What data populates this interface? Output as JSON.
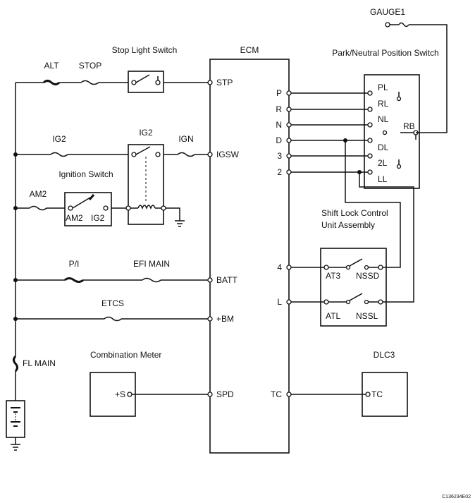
{
  "diagram": {
    "ecm_title": "ECM",
    "gauge_label": "GAUGE1",
    "stop_light_switch": "Stop Light Switch",
    "park_neutral_switch": "Park/Neutral Position Switch",
    "ignition_switch": "Ignition Switch",
    "shift_lock_line1": "Shift Lock Control",
    "shift_lock_line2": "Unit Assembly",
    "combination_meter": "Combination Meter",
    "dlc3": "DLC3",
    "fuses": {
      "alt": "ALT",
      "stop": "STOP",
      "ig2_fuse": "IG2",
      "ig2_relay": "IG2",
      "ign": "IGN",
      "am2": "AM2",
      "pi": "P/I",
      "efi_main": "EFI MAIN",
      "etcs": "ETCS",
      "fl_main": "FL MAIN"
    },
    "ecm_left_pins": {
      "stp": "STP",
      "igsw": "IGSW",
      "batt": "BATT",
      "bm": "+BM",
      "spd": "SPD"
    },
    "ecm_right_pins": {
      "p": "P",
      "r": "R",
      "n": "N",
      "d": "D",
      "three": "3",
      "two": "2",
      "four": "4",
      "l": "L",
      "tc": "TC"
    },
    "pnp_terminals": {
      "pl": "PL",
      "rl": "RL",
      "nl": "NL",
      "rb": "RB",
      "dl": "DL",
      "two_l": "2L",
      "ll": "LL"
    },
    "ign_switch_terminals": {
      "am2": "AM2",
      "ig2": "IG2"
    },
    "shift_lock_terminals": {
      "at3": "AT3",
      "nssd": "NSSD",
      "atl": "ATL",
      "nssl": "NSSL"
    },
    "meter_terminal": "+S",
    "dlc_terminal": "TC",
    "figure_code": "C136234E02"
  }
}
